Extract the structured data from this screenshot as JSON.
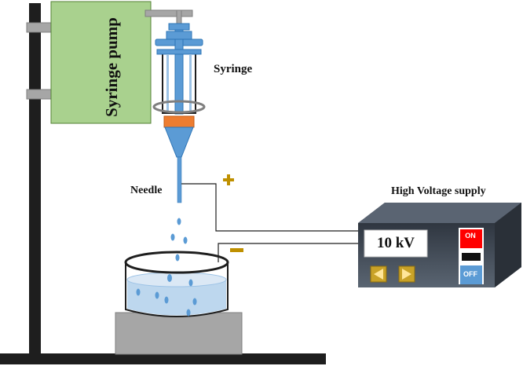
{
  "labels": {
    "syringe_pump": "Syringe pump",
    "syringe": "Syringe",
    "needle": "Needle",
    "high_voltage_supply": "High Voltage supply",
    "voltage_display": "10 kV",
    "on_switch": "ON",
    "off_switch": "OFF"
  },
  "symbols": {
    "positive_terminal": "plus-sign",
    "negative_terminal": "minus-sign"
  },
  "colors": {
    "pump_body": "#a9d18e",
    "syringe_blue": "#5b9bd5",
    "syringe_tip_orange": "#ed7d31",
    "power_supply_body": "#404a56",
    "on_button_red": "#ff0000",
    "off_button_blue": "#5b9bd5",
    "arrow_buttons_gold": "#c9a227",
    "terminal_marker_gold": "#bf9000",
    "liquid": "#bdd7ee"
  }
}
